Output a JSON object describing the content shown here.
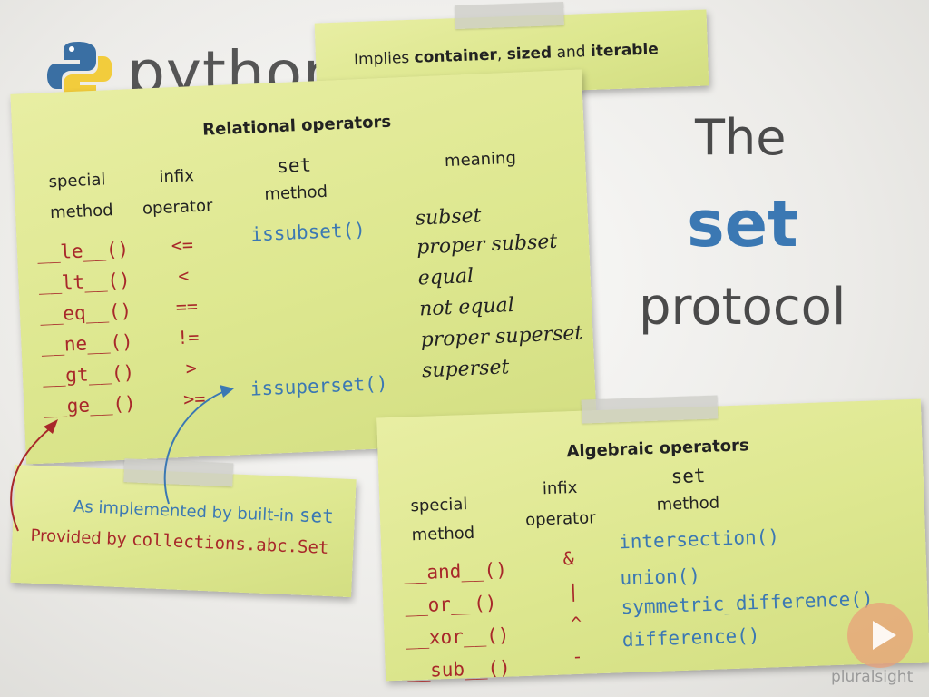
{
  "logo": {
    "brand_text": "python"
  },
  "top_note": {
    "prefix": "Implies ",
    "w1": "container",
    "sep1": ", ",
    "w2": "sized",
    "sep2": " and ",
    "w3": "iterable"
  },
  "title": {
    "line1": "The",
    "line2": "set",
    "line3": "protocol"
  },
  "relational": {
    "heading": "Relational operators",
    "col_special_1": "special",
    "col_special_2": "method",
    "col_infix_1": "infix",
    "col_infix_2": "operator",
    "col_set_1": "set",
    "col_set_2": "method",
    "col_meaning": "meaning",
    "rows": [
      {
        "special": "__le__()",
        "op": "<=",
        "method": "issubset()",
        "meaning": "subset"
      },
      {
        "special": "__lt__()",
        "op": "<",
        "method": "",
        "meaning": "proper subset"
      },
      {
        "special": "__eq__()",
        "op": "==",
        "method": "",
        "meaning": "equal"
      },
      {
        "special": "__ne__()",
        "op": "!=",
        "method": "",
        "meaning": "not equal"
      },
      {
        "special": "__gt__()",
        "op": ">",
        "method": "",
        "meaning": "proper superset"
      },
      {
        "special": "__ge__()",
        "op": ">=",
        "method": "issuperset()",
        "meaning": "superset"
      }
    ]
  },
  "legend_note": {
    "line1_prefix": "As implemented by built-in ",
    "line1_code": "set",
    "line2_prefix": "Provided by ",
    "line2_code": "collections.abc.Set",
    "color_builtin": "#3b78b3",
    "color_abc": "#a8282a"
  },
  "algebraic": {
    "heading": "Algebraic operators",
    "col_special_1": "special",
    "col_special_2": "method",
    "col_infix_1": "infix",
    "col_infix_2": "operator",
    "col_set_1": "set",
    "col_set_2": "method",
    "rows": [
      {
        "special": "__and__()",
        "op": "&",
        "method": "intersection()"
      },
      {
        "special": "__or__()",
        "op": "|",
        "method": "union()"
      },
      {
        "special": "__xor__()",
        "op": "^",
        "method": "symmetric_difference()"
      },
      {
        "special": "__sub__()",
        "op": "-",
        "method": "difference()"
      }
    ]
  },
  "watermark": {
    "text": "pluralsight",
    "icon": "play-icon"
  }
}
